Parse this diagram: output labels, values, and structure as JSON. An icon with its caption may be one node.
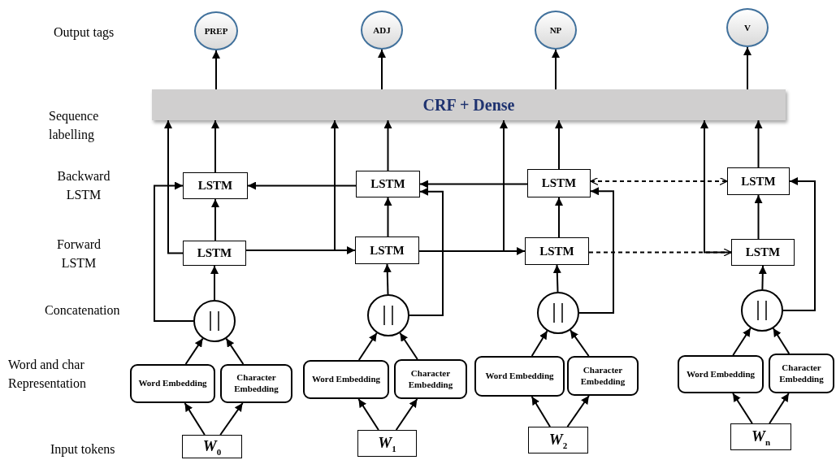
{
  "diagram": {
    "nodes": [
      {
        "text": [
          "PREP"
        ]
      },
      {
        "text": [
          "ADJ"
        ]
      },
      {
        "text": [
          "NP"
        ]
      },
      {
        "text": [
          "V"
        ]
      },
      {
        "text": [
          "CRF + Dense"
        ]
      },
      {
        "text": [
          "LSTM"
        ]
      },
      {
        "text": [
          "LSTM"
        ]
      },
      {
        "text": [],
        "shape": "circle"
      },
      {
        "text": [
          "Word Embedding"
        ]
      },
      {
        "text": [
          "Character Embedding"
        ]
      },
      {
        "text": [
          "*W*$_{0}$"
        ]
      },
      {
        "text": [
          "LSTM"
        ]
      },
      {
        "text": [
          "LSTM"
        ]
      },
      {
        "text": [],
        "shape": "circle"
      },
      {
        "text": [
          "Word Embedding"
        ]
      },
      {
        "text": [
          "Character Embedding"
        ]
      },
      {
        "text": [
          "*W*$_{1}$"
        ]
      },
      {
        "text": [
          "LSTM"
        ]
      },
      {
        "text": [
          "LSTM"
        ]
      },
      {
        "text": [],
        "shape": "circle"
      },
      {
        "text": [
          "Word Embedding"
        ]
      },
      {
        "text": [
          "Character Embedding"
        ]
      },
      {
        "text": [
          "*W*$_{2}$"
        ]
      },
      {
        "text": [
          "LSTM"
        ]
      },
      {
        "text": [
          "LSTM"
        ]
      },
      {
        "text": [],
        "shape": "circle"
      },
      {
        "text": [
          "Word Embedding"
        ]
      },
      {
        "text": [
          "Character Embedding"
        ]
      },
      {
        "text": [
          "*W*$_{n}$"
        ]
      }
    ],
    "edges": [
      {
        "from": 10,
        "to": 8,
        "arrow": "to"
      },
      {
        "from": 10,
        "to": 9,
        "arrow": "to"
      },
      {
        "from": 8,
        "to": 7,
        "arrow": "to"
      },
      {
        "from": 9,
        "to": 7,
        "arrow": "to"
      },
      {
        "from": 7,
        "to": 6,
        "arrow": "to"
      },
      {
        "from": 6,
        "to": 5,
        "arrow": "to"
      },
      {
        "from": 7,
        "to": 5,
        "arrow": "to"
      },
      {
        "from": 6,
        "to": 4,
        "arrow": "to"
      },
      {
        "from": 5,
        "to": 4,
        "arrow": "to"
      },
      {
        "from": 4,
        "to": 0,
        "arrow": "to"
      },
      {
        "from": 16,
        "to": 14,
        "arrow": "to"
      },
      {
        "from": 16,
        "to": 15,
        "arrow": "to"
      },
      {
        "from": 14,
        "to": 13,
        "arrow": "to"
      },
      {
        "from": 15,
        "to": 13,
        "arrow": "to"
      },
      {
        "from": 13,
        "to": 12,
        "arrow": "to"
      },
      {
        "from": 12,
        "to": 11,
        "arrow": "to"
      },
      {
        "from": 13,
        "to": 11,
        "arrow": "to"
      },
      {
        "from": 12,
        "to": 4,
        "arrow": "to"
      },
      {
        "from": 11,
        "to": 4,
        "arrow": "to"
      },
      {
        "from": 4,
        "to": 1,
        "arrow": "to"
      },
      {
        "from": 22,
        "to": 20,
        "arrow": "to"
      },
      {
        "from": 22,
        "to": 21,
        "arrow": "to"
      },
      {
        "from": 20,
        "to": 19,
        "arrow": "to"
      },
      {
        "from": 21,
        "to": 19,
        "arrow": "to"
      },
      {
        "from": 19,
        "to": 18,
        "arrow": "to"
      },
      {
        "from": 18,
        "to": 17,
        "arrow": "to"
      },
      {
        "from": 19,
        "to": 17,
        "arrow": "to"
      },
      {
        "from": 18,
        "to": 4,
        "arrow": "to"
      },
      {
        "from": 17,
        "to": 4,
        "arrow": "to"
      },
      {
        "from": 4,
        "to": 2,
        "arrow": "to"
      },
      {
        "from": 28,
        "to": 26,
        "arrow": "to"
      },
      {
        "from": 28,
        "to": 27,
        "arrow": "to"
      },
      {
        "from": 26,
        "to": 25,
        "arrow": "to"
      },
      {
        "from": 27,
        "to": 25,
        "arrow": "to"
      },
      {
        "from": 25,
        "to": 24,
        "arrow": "to"
      },
      {
        "from": 24,
        "to": 23,
        "arrow": "to"
      },
      {
        "from": 25,
        "to": 23,
        "arrow": "to"
      },
      {
        "from": 24,
        "to": 4,
        "arrow": "to"
      },
      {
        "from": 23,
        "to": 4,
        "arrow": "to"
      },
      {
        "from": 4,
        "to": 3,
        "arrow": "to"
      },
      {
        "from": 6,
        "to": 12,
        "arrow": "to"
      },
      {
        "from": 12,
        "to": 18,
        "arrow": "to"
      },
      {
        "from": 18,
        "to": 24,
        "arrow": "to",
        "style": "dashed"
      },
      {
        "from": 11,
        "to": 5,
        "arrow": "to"
      },
      {
        "from": 17,
        "to": 11,
        "arrow": "to"
      },
      {
        "from": 17,
        "to": 23,
        "arrow": "both",
        "style": "dashed"
      }
    ],
    "labels": [
      "Output tags",
      "Sequence labelling",
      "Backward LSTM",
      "Forward LSTM",
      "Concatenation",
      "Word and char Representation",
      "Input tokens"
    ]
  }
}
